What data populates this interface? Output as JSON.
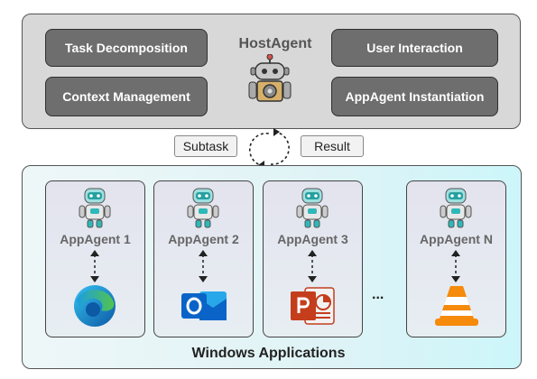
{
  "host": {
    "title": "HostAgent",
    "left_items": [
      "Task Decomposition",
      "Context Management"
    ],
    "right_items": [
      "User Interaction",
      "AppAgent Instantiation"
    ]
  },
  "flow": {
    "subtask_label": "Subtask",
    "result_label": "Result"
  },
  "apps": {
    "title": "Windows Applications",
    "ellipsis": "...",
    "agents": [
      {
        "label": "AppAgent 1",
        "app_icon": "edge-icon"
      },
      {
        "label": "AppAgent 2",
        "app_icon": "outlook-icon"
      },
      {
        "label": "AppAgent 3",
        "app_icon": "powerpoint-icon"
      },
      {
        "label": "AppAgent N",
        "app_icon": "vlc-icon"
      }
    ]
  },
  "colors": {
    "host_bg": "#d8d8d8",
    "pill_bg": "#6e6e6e",
    "robot_teal": "#2fb8b8",
    "edge_blue": "#0c59a4",
    "edge_green": "#52c44e",
    "outlook_blue": "#0a64c8",
    "powerpoint_red": "#c43e1c",
    "vlc_orange": "#f58a0b"
  }
}
